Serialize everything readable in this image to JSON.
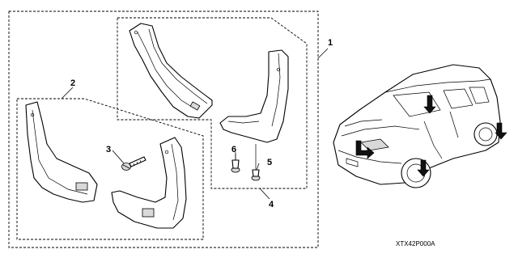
{
  "callouts": {
    "kit": "1",
    "front_set": "2",
    "screw": "3",
    "rear_set": "4",
    "clip_b": "5",
    "clip_a": "6"
  },
  "diagram_code": "XTX42P000A",
  "icons": {
    "vehicle": "suv-vehicle-icon",
    "location_arrows": "mounting-location-arrow-icon"
  }
}
